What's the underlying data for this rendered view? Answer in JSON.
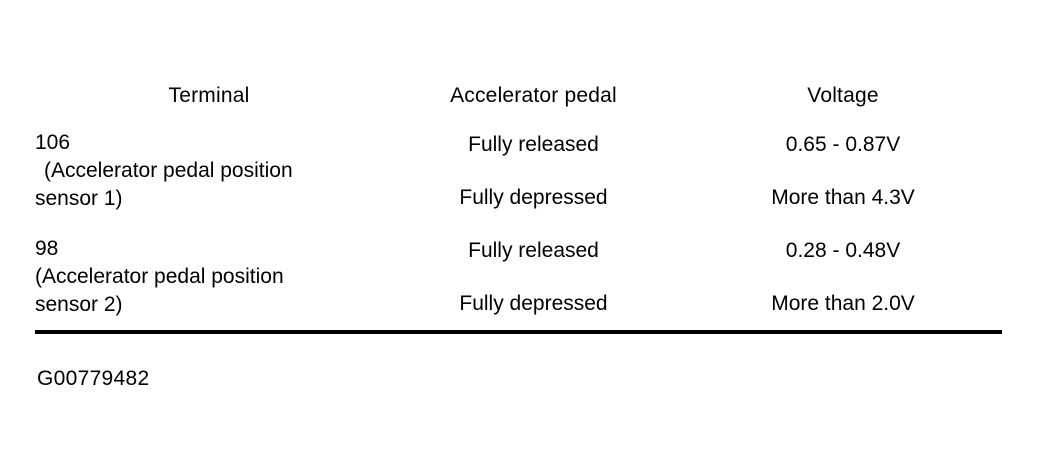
{
  "figure": {
    "caption": "G00779482"
  },
  "table": {
    "headers": [
      {
        "label": "Terminal"
      },
      {
        "label": "Accelerator pedal"
      },
      {
        "label": "Voltage"
      }
    ],
    "groups": [
      {
        "terminal_number": "106",
        "terminal_desc_line1": "(Accelerator pedal position",
        "terminal_desc_line2": "sensor 1)",
        "rows": [
          {
            "pedal": "Fully released",
            "voltage": "0.65 - 0.87V"
          },
          {
            "pedal": "Fully depressed",
            "voltage": "More than 4.3V"
          }
        ]
      },
      {
        "terminal_number": "98",
        "terminal_desc_line1": "(Accelerator pedal position",
        "terminal_desc_line2": "sensor 2)",
        "rows": [
          {
            "pedal": "Fully released",
            "voltage": "0.28 - 0.48V"
          },
          {
            "pedal": "Fully depressed",
            "voltage": "More than 2.0V"
          }
        ]
      }
    ]
  },
  "colors": {
    "ink": "#000000",
    "paper": "#ffffff"
  }
}
